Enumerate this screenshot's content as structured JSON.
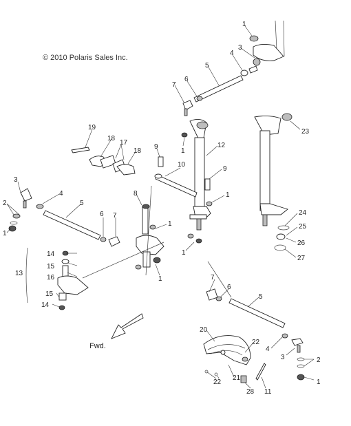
{
  "copyright": "© 2010 Polaris Sales Inc.",
  "direction_label": "Fwd.",
  "callouts": [
    {
      "id": "c1a",
      "text": "1"
    },
    {
      "id": "c3a",
      "text": "3"
    },
    {
      "id": "c4a",
      "text": "4"
    },
    {
      "id": "c5a",
      "text": "5"
    },
    {
      "id": "c7a",
      "text": "7"
    },
    {
      "id": "c6a",
      "text": "6"
    },
    {
      "id": "c1b",
      "text": "1"
    },
    {
      "id": "c12",
      "text": "12"
    },
    {
      "id": "c23",
      "text": "23"
    },
    {
      "id": "c19",
      "text": "19"
    },
    {
      "id": "c18a",
      "text": "18"
    },
    {
      "id": "c17",
      "text": "17"
    },
    {
      "id": "c18b",
      "text": "18"
    },
    {
      "id": "c9a",
      "text": "9"
    },
    {
      "id": "c10",
      "text": "10"
    },
    {
      "id": "c9b",
      "text": "9"
    },
    {
      "id": "c1c",
      "text": "1"
    },
    {
      "id": "c3b",
      "text": "3"
    },
    {
      "id": "c4b",
      "text": "4"
    },
    {
      "id": "c5b",
      "text": "5"
    },
    {
      "id": "c2a",
      "text": "2"
    },
    {
      "id": "c1d",
      "text": "1"
    },
    {
      "id": "c8",
      "text": "8"
    },
    {
      "id": "c6b",
      "text": "6"
    },
    {
      "id": "c7b",
      "text": "7"
    },
    {
      "id": "c1e",
      "text": "1"
    },
    {
      "id": "c24",
      "text": "24"
    },
    {
      "id": "c25",
      "text": "25"
    },
    {
      "id": "c26",
      "text": "26"
    },
    {
      "id": "c27",
      "text": "27"
    },
    {
      "id": "c1f",
      "text": "1"
    },
    {
      "id": "c14a",
      "text": "14"
    },
    {
      "id": "c15a",
      "text": "15"
    },
    {
      "id": "c16",
      "text": "16"
    },
    {
      "id": "c13",
      "text": "13"
    },
    {
      "id": "c1g",
      "text": "1"
    },
    {
      "id": "c15b",
      "text": "15"
    },
    {
      "id": "c14b",
      "text": "14"
    },
    {
      "id": "c7c",
      "text": "7"
    },
    {
      "id": "c6c",
      "text": "6"
    },
    {
      "id": "c5c",
      "text": "5"
    },
    {
      "id": "c20",
      "text": "20"
    },
    {
      "id": "c22a",
      "text": "22"
    },
    {
      "id": "c4c",
      "text": "4"
    },
    {
      "id": "c3c",
      "text": "3"
    },
    {
      "id": "c2b",
      "text": "2"
    },
    {
      "id": "c22b",
      "text": "22"
    },
    {
      "id": "c21",
      "text": "21"
    },
    {
      "id": "c28",
      "text": "28"
    },
    {
      "id": "c11",
      "text": "11"
    },
    {
      "id": "c1h",
      "text": "1"
    }
  ]
}
